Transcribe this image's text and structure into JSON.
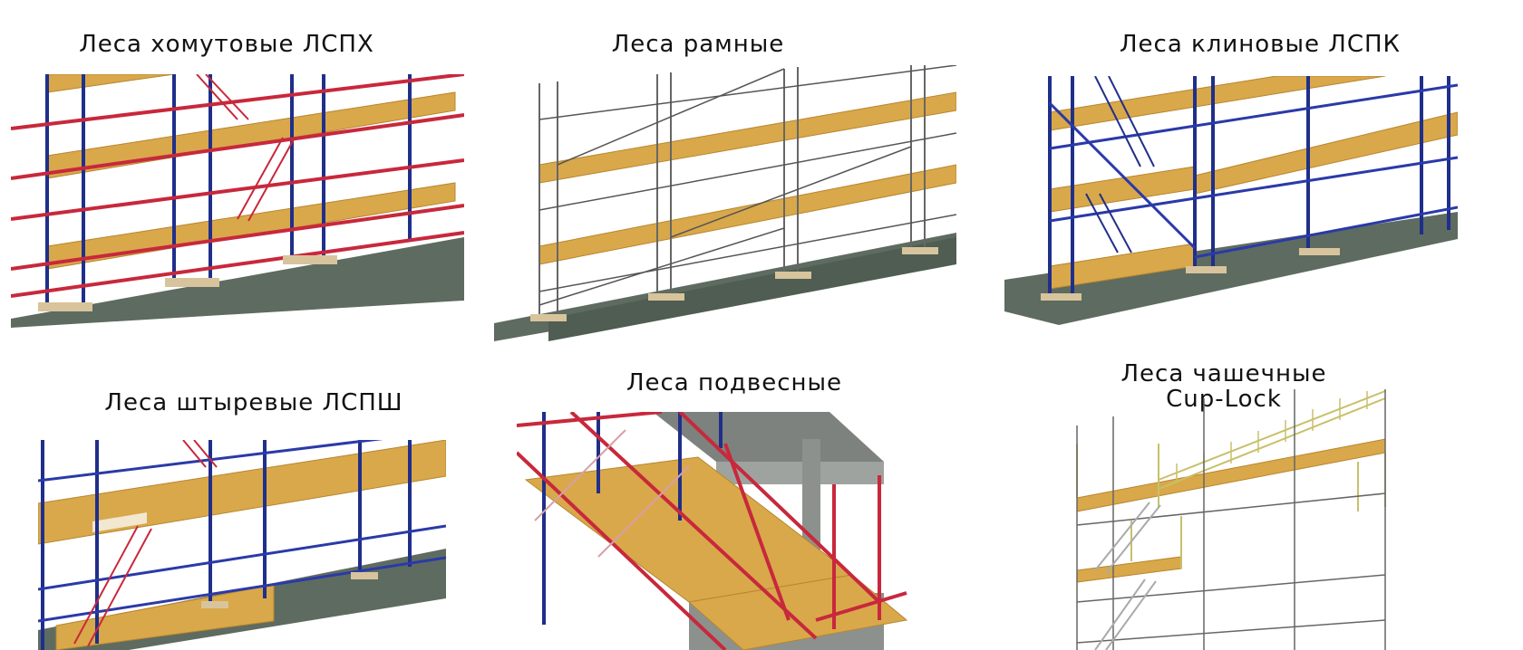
{
  "panels": [
    {
      "title": "Леса хомутовые ЛСПХ"
    },
    {
      "title": "Леса рамные"
    },
    {
      "title": "Леса клиновые ЛСПК"
    },
    {
      "title": "Леса штыревые ЛСПШ"
    },
    {
      "title": "Леса подвесные"
    },
    {
      "title_line1": "Леса чашечные",
      "title_line2": "Cup-Lock"
    }
  ],
  "colors": {
    "deck": "#d9a84a",
    "deck_edge": "#b8862f",
    "ground": "#5e6b60",
    "post_blue": "#1f2f8a",
    "rail_red": "#c8283c",
    "frame_grey": "#666666",
    "cup_yellow": "#c8c06a",
    "wall_grey": "#8c918d"
  }
}
